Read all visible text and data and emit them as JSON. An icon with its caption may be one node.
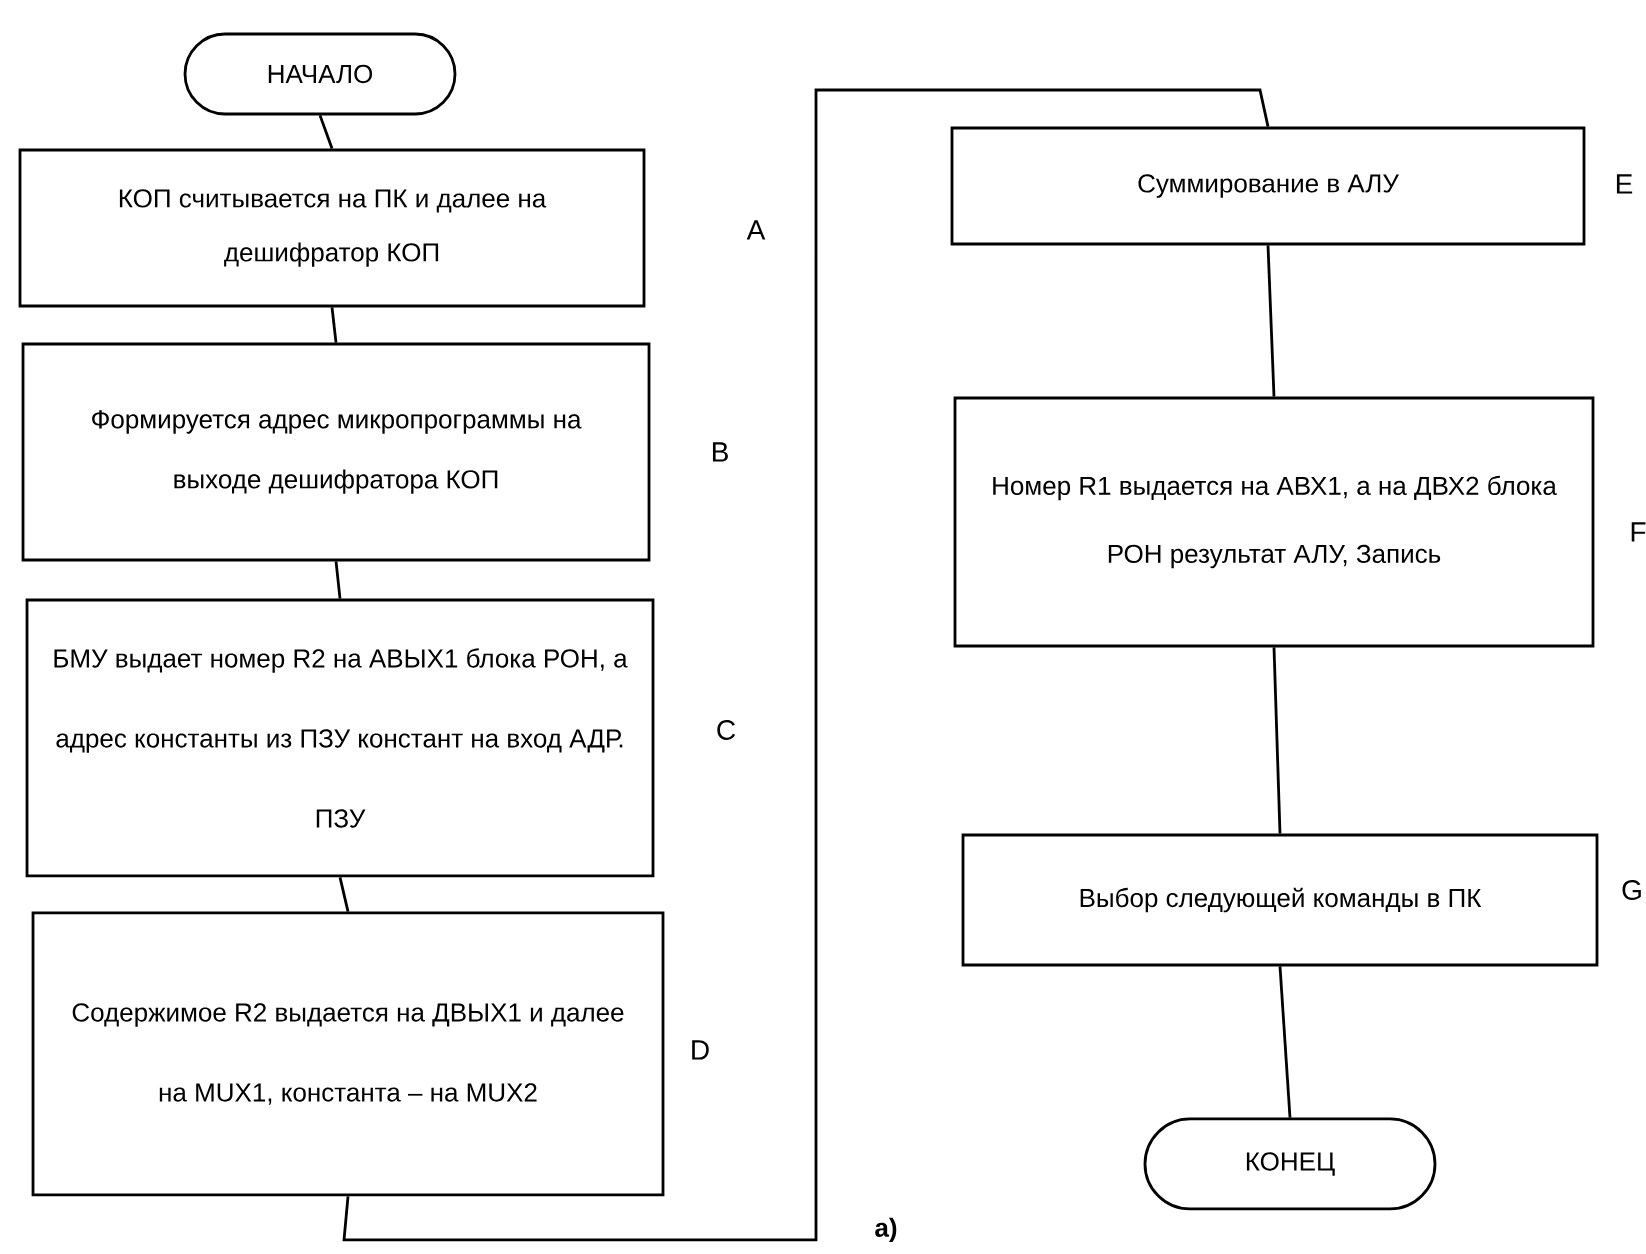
{
  "diagram": {
    "nodes": [
      {
        "text": [
          "НАЧАЛО"
        ]
      },
      {
        "text": [
          "КОП считывается на ПК и далее на дешифратор КОП"
        ],
        "beside": [
          "A"
        ]
      },
      {
        "text": [
          "Формируется адрес микропрограммы на выходе дешифратора КОП"
        ],
        "beside": [
          "B"
        ]
      },
      {
        "text": [
          "БМУ выдает номер R2 на АВЫХ1 блока РОН, а адрес константы из ПЗУ констант на вход АДР. ПЗУ"
        ],
        "beside": [
          "C"
        ]
      },
      {
        "text": [
          "Содержимое R2 выдается на ДВЫХ1 и далее на MUX1, константа – на MUX2"
        ],
        "beside": [
          "D"
        ]
      },
      {
        "text": [
          "Суммирование в АЛУ"
        ],
        "beside": [
          "E"
        ]
      },
      {
        "text": [
          "Номер R1 выдается на АВХ1, а на ДВХ2 блока РОН результат АЛУ, Запись"
        ],
        "beside": [
          "F"
        ]
      },
      {
        "text": [
          "Выбор следующей команды в ПК"
        ],
        "beside": [
          "G"
        ]
      },
      {
        "text": [
          "КОНЕЦ"
        ]
      }
    ],
    "edges": [
      {
        "from": 0,
        "to": 1,
        "arrow": "none"
      },
      {
        "from": 1,
        "to": 2,
        "arrow": "none"
      },
      {
        "from": 2,
        "to": 3,
        "arrow": "none"
      },
      {
        "from": 3,
        "to": 4,
        "arrow": "none"
      },
      {
        "from": 4,
        "to": 5,
        "arrow": "none"
      },
      {
        "from": 5,
        "to": 6,
        "arrow": "none"
      },
      {
        "from": 6,
        "to": 7,
        "arrow": "none"
      },
      {
        "from": 7,
        "to": 8,
        "arrow": "none"
      }
    ],
    "labels": [
      "а)"
    ]
  }
}
